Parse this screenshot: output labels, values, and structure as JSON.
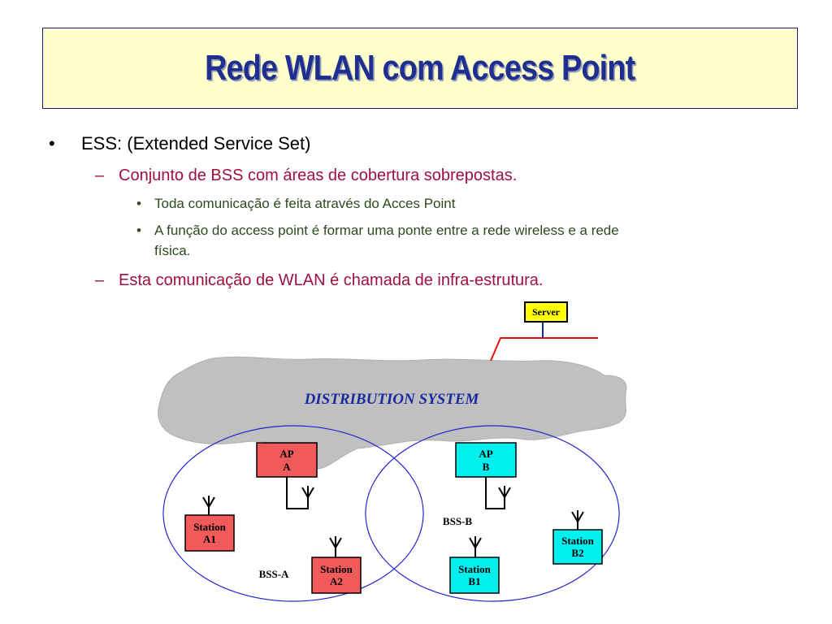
{
  "slide": {
    "title": "Rede WLAN com Access Point",
    "bullet_l1_marker": "•",
    "bullet_l1": "ESS: (Extended Service Set)",
    "dash": "–",
    "bullet_l2_a": "Conjunto de BSS com áreas de cobertura sobrepostas.",
    "bullet_l3_marker": "•",
    "bullet_l3_a": "Toda comunicação é feita através do Acces Point",
    "bullet_l3_b_line1": "A função do access point é formar uma ponte entre a rede wireless e a rede",
    "bullet_l3_b_line2": "física.",
    "bullet_l2_b": "Esta comunicação de WLAN é chamada de infra-estrutura."
  },
  "diagram": {
    "server": "Server",
    "distribution_system": "DISTRIBUTION SYSTEM",
    "ap_a_line1": "AP",
    "ap_a_line2": "A",
    "ap_b_line1": "AP",
    "ap_b_line2": "B",
    "station_a1_line1": "Station",
    "station_a1_line2": "A1",
    "station_a2_line1": "Station",
    "station_a2_line2": "A2",
    "station_b1_line1": "Station",
    "station_b1_line2": "B1",
    "station_b2_line1": "Station",
    "station_b2_line2": "B2",
    "bss_a": "BSS-A",
    "bss_b": "BSS-B"
  },
  "colors": {
    "title_bg": "#ffffcc",
    "title_text": "#1f2f8f",
    "level2_text": "#a0103a",
    "level3_text": "#2d4a1e",
    "ap_a_fill": "#f05a5a",
    "ap_b_fill": "#00f0f0",
    "server_fill": "#ffff00",
    "cloud_fill": "#c0c0c0",
    "ellipse_stroke": "#2222cc",
    "ds_text": "#1a2aa0"
  }
}
